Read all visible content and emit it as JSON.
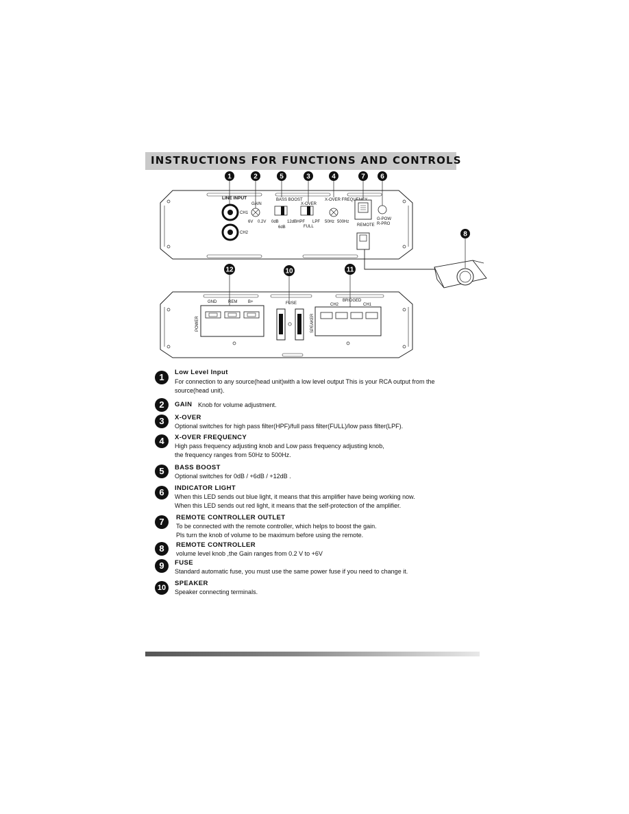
{
  "banner": {
    "title": "INSTRUCTIONS FOR FUNCTIONS AND CONTROLS"
  },
  "diagram": {
    "callouts": [
      "1",
      "2",
      "5",
      "3",
      "4",
      "7",
      "6",
      "8",
      "12",
      "10",
      "11"
    ],
    "top_panel": {
      "line_input": "LINE INPUT",
      "ch1": "CH1",
      "ch2": "CH2",
      "gain": "GAIN",
      "gain_min": "6V",
      "gain_max": "0.2V",
      "bass_boost": "BASS BOOST",
      "bb_0": "0dB",
      "bb_6": "6dB",
      "bb_12": "12dB",
      "xover": "X-OVER",
      "hpf": "HPF",
      "full": "FULL",
      "lpf": "LPF",
      "xover_freq": "X-OVER FREQUENCY",
      "f_min": "50Hz",
      "f_max": "500Hz",
      "remote": "REMOTE",
      "led1": "G-POW",
      "led2": "R-PRO"
    },
    "bottom_panel": {
      "gnd": "GND",
      "rem": "REM",
      "bplus": "B+",
      "power": "POWER",
      "fuse": "FUSE",
      "speaker": "SPEAKER",
      "bridged": "BRIDGED",
      "ch2": "CH2",
      "ch1": "CH1"
    }
  },
  "items": [
    {
      "num": "1",
      "title": "Low Level Input",
      "lines": [
        "For connection to any source(head unit)with a low level output This is your RCA output from the",
        "source(head unit)."
      ]
    },
    {
      "num": "2",
      "title": "GAIN",
      "inline": "Knob for volume adjustment."
    },
    {
      "num": "3",
      "title": "X-OVER",
      "lines": [
        "Optional switches for high pass filter(HPF)/full pass filter(FULL)/low pass filter(LPF)."
      ]
    },
    {
      "num": "4",
      "title": "X-OVER FREQUENCY",
      "lines": [
        "High pass frequency adjusting knob and Low pass frequency adjusting knob,",
        "the frequency ranges from 50Hz to 500Hz."
      ]
    },
    {
      "num": "5",
      "title": "BASS BOOST",
      "lines": [
        "Optional switches for 0dB / +6dB / +12dB ."
      ]
    },
    {
      "num": "6",
      "title": "INDICATOR LIGHT",
      "lines": [
        "When this LED sends out blue light, it means that this amplifier have being working now.",
        "When this LED sends out red light, it means that the self-protection of the amplifier."
      ]
    },
    {
      "num": "7",
      "title": "REMOTE CONTROLLER OUTLET",
      "lines": [
        "To be connected with the remote controller, which helps to boost the gain.",
        "Pls turn the knob of volume to be maximum before using the remote."
      ]
    },
    {
      "num": "8",
      "title": "REMOTE CONTROLLER",
      "lines": [
        "volume level knob ,the Gain ranges from 0.2 V to +6V"
      ]
    },
    {
      "num": "9",
      "title": "FUSE",
      "lines": [
        "Standard automatic fuse, you must use the same power fuse if you need to change it."
      ]
    },
    {
      "num": "10",
      "title": "SPEAKER",
      "lines": [
        "Speaker connecting terminals."
      ]
    }
  ]
}
